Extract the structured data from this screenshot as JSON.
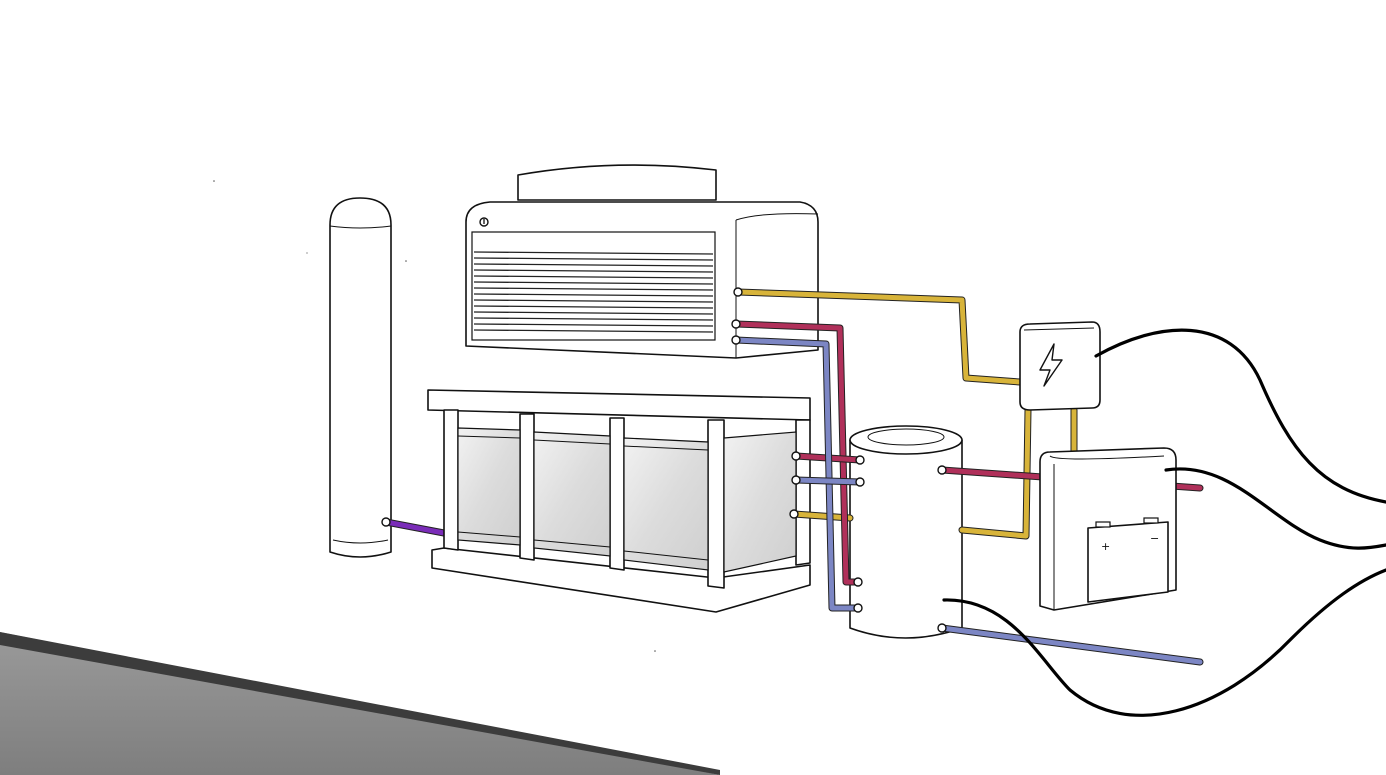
{
  "colors": {
    "background": "#ffffff",
    "line": "#111111",
    "hot_pipe": "#b0305a",
    "cold_pipe": "#7c86c4",
    "gas_pipe": "#d8b43a",
    "hydrogen_pipe": "#7a2cb8",
    "power_cable": "#000000",
    "floor": "#8f8f8f",
    "floor_edge": "#3c3c3c"
  },
  "components": [
    {
      "id": "storage-tank",
      "icon": "vertical-tank"
    },
    {
      "id": "heat-pump-unit",
      "icon": "louvered-cabinet"
    },
    {
      "id": "electrolyser-rack",
      "icon": "glass-cabinet"
    },
    {
      "id": "hot-water-cylinder",
      "icon": "cylinder"
    },
    {
      "id": "electrical-box",
      "icon": "lightning-bolt-icon"
    },
    {
      "id": "battery-pack",
      "icon": "battery-icon"
    }
  ],
  "labels": {
    "battery_plus": "+",
    "battery_minus": "−"
  }
}
